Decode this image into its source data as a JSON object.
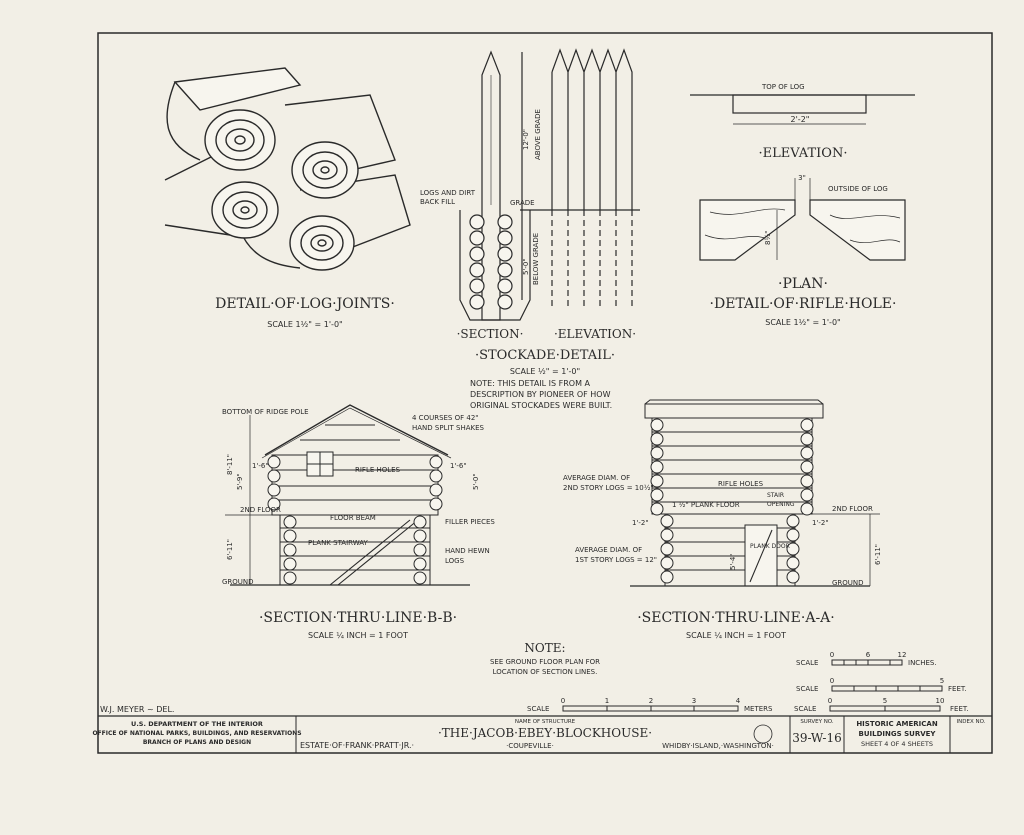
{
  "colors": {
    "paper": "#f2efe6",
    "ink": "#2a2a2a"
  },
  "log_joints": {
    "title": "DETAIL·OF·LOG·JOINTS·",
    "scale": "SCALE 1½\" = 1'-0\""
  },
  "stockade": {
    "fill_label_1": "LOGS AND DIRT",
    "fill_label_2": "BACK FILL",
    "grade": "GRADE",
    "above": "ABOVE GRADE",
    "above_dim": "12'-0\"",
    "below": "BELOW GRADE",
    "below_dim": "5'-0\"",
    "section": "·SECTION·",
    "elevation": "·ELEVATION·",
    "title": "·STOCKADE·DETAIL·",
    "scale": "SCALE ½\" = 1'-0\"",
    "note_1": "NOTE: THIS DETAIL IS FROM A",
    "note_2": "DESCRIPTION BY PIONEER OF HOW",
    "note_3": "ORIGINAL STOCKADES WERE BUILT."
  },
  "rifle_hole": {
    "top_of_log": "TOP OF LOG",
    "width_dim": "2'-2\"",
    "elevation": "·ELEVATION·",
    "dim_3": "3\"",
    "outside": "OUTSIDE OF LOG",
    "depth_dim": "8½\"",
    "plan": "·PLAN·",
    "title": "·DETAIL·OF·RIFLE·HOLE·",
    "scale": "SCALE 1½\" = 1'-0\""
  },
  "section_bb": {
    "ridge": "BOTTOM OF RIDGE POLE",
    "shakes_1": "4 COURSES OF 42\"",
    "shakes_2": "HAND SPLIT SHAKES",
    "dim_total": "8'-11\"",
    "dim_upper": "5'-9\"",
    "dim_side_1": "1'-6\"",
    "dim_side_2": "1'-6\"",
    "rifle": "RIFLE HOLES",
    "dim_right": "5'-0\"",
    "floor2": "2ND FLOOR",
    "beam": "FLOOR BEAM",
    "filler": "FILLER PIECES",
    "dim_lower": "6'-11\"",
    "stair": "PLANK STAIRWAY",
    "hewn_1": "HAND HEWN",
    "hewn_2": "LOGS",
    "ground": "GROUND",
    "title": "·SECTION·THRU·LINE·B-B·",
    "scale": "SCALE ¼ INCH = 1 FOOT"
  },
  "section_aa": {
    "avg2_1": "AVERAGE DIAM. OF",
    "avg2_2": "2ND STORY LOGS = 10½\"",
    "rifle": "RIFLE HOLES",
    "plank_floor": "1 ½\" PLANK FLOOR",
    "stair_1": "STAIR",
    "stair_2": "OPENING",
    "dim_left": "1'-2\"",
    "dim_right": "1'-2\"",
    "floor2": "2ND FLOOR",
    "avg1_1": "AVERAGE DIAM. OF",
    "avg1_2": "1ST STORY LOGS = 12\"",
    "door": "PLANK DOOR",
    "door_dim": "5'-4\"",
    "dim_lower": "6'-11\"",
    "ground": "GROUND",
    "title": "·SECTION·THRU·LINE·A-A·",
    "scale": "SCALE ¼ INCH = 1 FOOT"
  },
  "note": {
    "head": "NOTE:",
    "line1": "SEE GROUND FLOOR PLAN FOR",
    "line2": "LOCATION OF SECTION LINES."
  },
  "scales": {
    "label": "SCALE",
    "inches_ticks": [
      "0",
      "6",
      "12"
    ],
    "inches": "INCHES.",
    "feet_ticks": [
      "0",
      "5"
    ],
    "feet": "FEET.",
    "meters_ticks": [
      "0",
      "1",
      "2",
      "3",
      "4"
    ],
    "meters": "METERS",
    "feet2_ticks": [
      "0",
      "5",
      "10"
    ],
    "feet2": "FEET."
  },
  "title_block": {
    "delineator": "W.J. MEYER ~ DEL.",
    "dept": "U.S. DEPARTMENT OF THE INTERIOR",
    "office": "OFFICE OF NATIONAL PARKS, BUILDINGS, AND RESERVATIONS",
    "branch": "BRANCH OF PLANS AND DESIGN",
    "name_label": "NAME OF STRUCTURE",
    "name": "·THE·JACOB·EBEY·BLOCKHOUSE·",
    "estate": "ESTATE·OF·FRANK·PRATT·JR.·",
    "city": "·COUPEVILLE·",
    "location": "WHIDBY·ISLAND,·WASHINGTON·",
    "survey_label": "SURVEY NO.",
    "survey_no": "39-W-16",
    "habs_1": "HISTORIC AMERICAN",
    "habs_2": "BUILDINGS SURVEY",
    "sheet": "SHEET 4 OF 4 SHEETS",
    "index_label": "INDEX NO."
  }
}
